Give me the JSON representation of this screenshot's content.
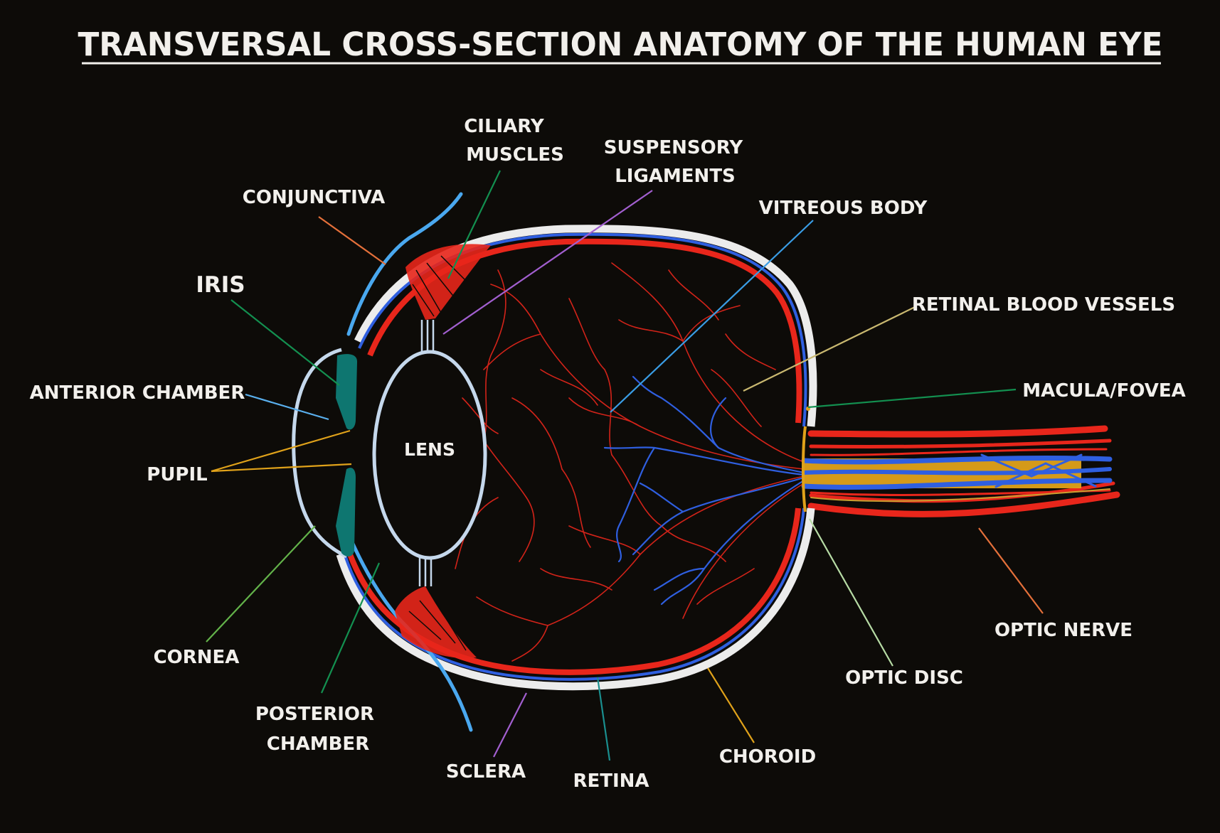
{
  "diagram": {
    "title": "TRANSVERSAL CROSS-SECTION ANATOMY OF THE HUMAN EYE",
    "labels": {
      "ciliary_muscles": [
        "CILIARY",
        "MUSCLES"
      ],
      "suspensory_ligaments": [
        "SUSPENSORY",
        "LIGAMENTS"
      ],
      "conjunctiva": "CONJUNCTIVA",
      "vitreous_body": "VITREOUS BODY",
      "iris": "IRIS",
      "retinal_blood_vessels": "RETINAL BLOOD VESSELS",
      "anterior_chamber": "ANTERIOR CHAMBER",
      "macula_fovea": "MACULA/FOVEA",
      "lens": "LENS",
      "pupil": "PUPIL",
      "optic_nerve": "OPTIC NERVE",
      "cornea": "CORNEA",
      "optic_disc": "OPTIC DISC",
      "posterior_chamber": [
        "POSTERIOR",
        "CHAMBER"
      ],
      "choroid": "CHOROID",
      "sclera": "SCLERA",
      "retina": "RETINA"
    },
    "colors": {
      "background": "#0d0b08",
      "text": "#f2f0ec",
      "sclera": "#ececec",
      "retina_choroid_red": "#e8261b",
      "vessel_blue": "#2f5fe0",
      "conjunctiva_blue": "#4aa8ef",
      "lens_outline": "#c5d8ec",
      "iris_teal": "#0e7670",
      "optic_yellow": "#e0a21a"
    }
  }
}
